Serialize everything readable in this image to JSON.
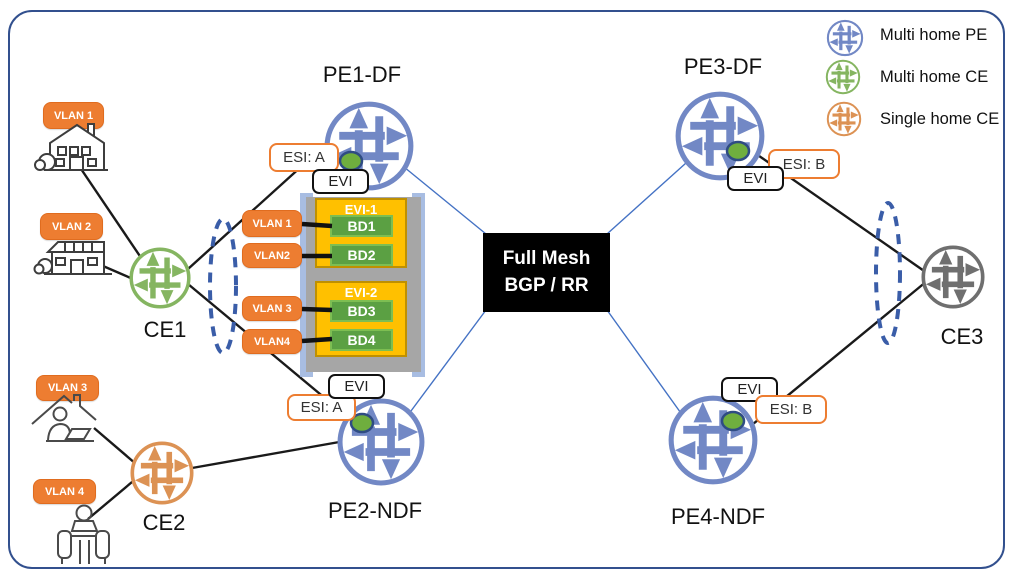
{
  "legend": {
    "items": [
      {
        "label": "Multi home PE",
        "color": "#7288C5"
      },
      {
        "label": "Multi home CE",
        "color": "#85B561"
      },
      {
        "label": "Single home CE",
        "color": "#DC9254"
      }
    ]
  },
  "nodes": {
    "pe1": "PE1-DF",
    "pe2": "PE2-NDF",
    "pe3": "PE3-DF",
    "pe4": "PE4-NDF",
    "ce1": "CE1",
    "ce2": "CE2",
    "ce3": "CE3"
  },
  "core": {
    "line1": "Full Mesh",
    "line2": "BGP / RR"
  },
  "endpoints": {
    "vlan1": "VLAN 1",
    "vlan2": "VLAN 2",
    "vlan3": "VLAN 3",
    "vlan4": "VLAN 4"
  },
  "stack": {
    "vlan_ports": [
      "VLAN 1",
      "VLAN2",
      "VLAN 3",
      "VLAN4"
    ],
    "evis": [
      {
        "label": "EVI-1",
        "bds": [
          "BD1",
          "BD2"
        ]
      },
      {
        "label": "EVI-2",
        "bds": [
          "BD3",
          "BD4"
        ]
      }
    ]
  },
  "esi": {
    "a_pe1": "ESI: A",
    "a_pe2": "ESI: A",
    "b_pe3": "ESI: B",
    "b_pe4": "ESI: B"
  },
  "evi_tag": {
    "pe1": "EVI",
    "pe2": "EVI",
    "pe3": "EVI",
    "pe4": "EVI"
  },
  "colors": {
    "pe_blue": "#7288C5",
    "ce_green": "#85B561",
    "ce_orange": "#DC9254",
    "ce_gray": "#6F6F6F",
    "vlan_orange": "#ED7D31",
    "evi_yellow": "#FFC000",
    "bd_green": "#5BA043",
    "stack_gray": "#A6A6A6",
    "stack_blue": "#9DC3E6",
    "mesh_blue": "#4472C4",
    "esi_border": "#ED7D31",
    "frame_blue": "#32508E",
    "dot_green": "#6FAE3E"
  }
}
